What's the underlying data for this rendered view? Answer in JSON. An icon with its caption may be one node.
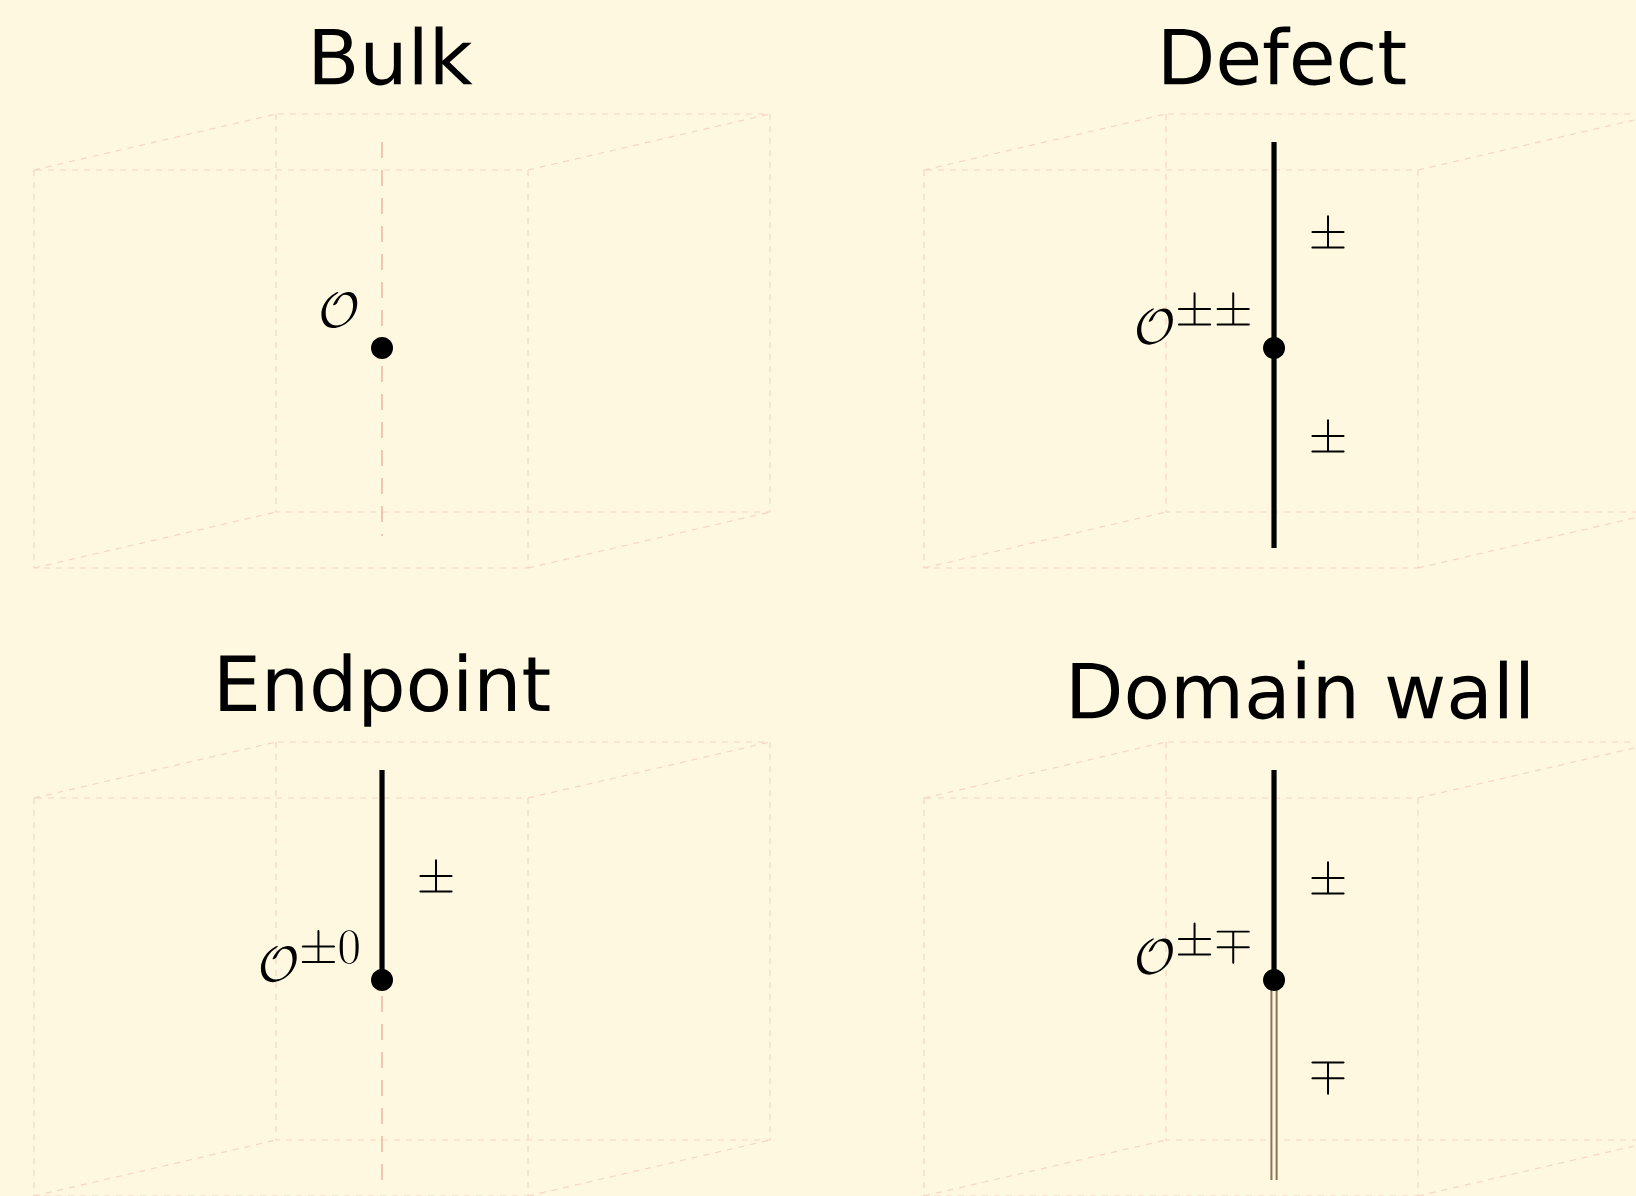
{
  "diagram": {
    "labels": [
      "Bulk",
      "Defect",
      "\\mathcal{O}",
      "\\mathcal{O}^{\\pm\\pm}",
      "\\pm",
      "\\pm",
      "Endpoint",
      "Domain wall",
      "\\pm",
      "\\mathcal{O}^{\\pm 0}",
      "\\pm",
      "\\mathcal{O}^{\\pm\\mp}",
      "\\mp"
    ]
  }
}
